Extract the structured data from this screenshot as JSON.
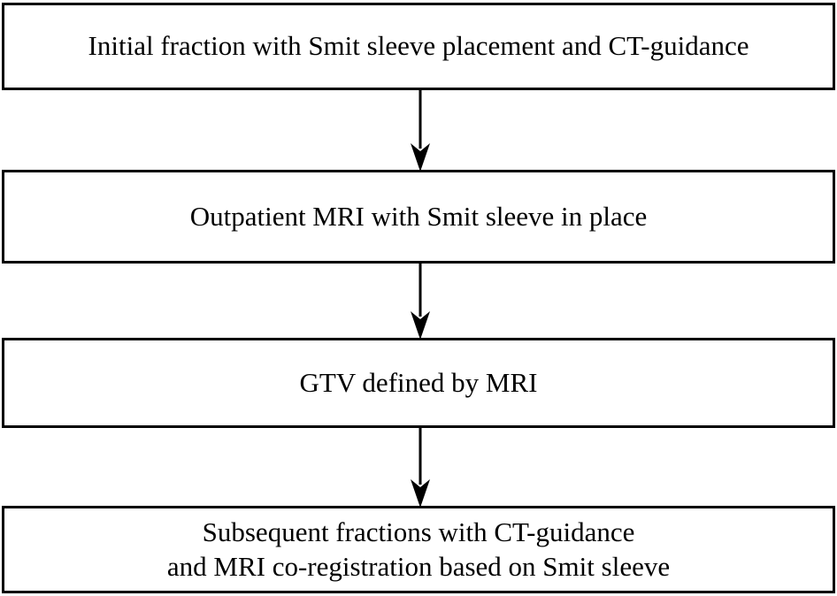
{
  "figure": {
    "type": "flowchart",
    "orientation": "vertical",
    "background_color": "#ffffff",
    "line_color": "#000000",
    "text_color": "#000000"
  },
  "nodes": [
    {
      "id": "node-initial-fraction",
      "label": "Initial fraction with Smit sleeve placement and CT-guidance",
      "order": 1
    },
    {
      "id": "node-outpatient-mri",
      "label": "Outpatient MRI with Smit sleeve in place",
      "order": 2
    },
    {
      "id": "node-gtv-defined",
      "label": "GTV defined by MRI",
      "order": 3
    },
    {
      "id": "node-subsequent-fractions",
      "label": "Subsequent fractions with CT-guidance\nand MRI co-registration based on Smit sleeve",
      "order": 4
    }
  ],
  "connectors": [
    {
      "id": "arrow-1",
      "from": "node-initial-fraction",
      "to": "node-outpatient-mri",
      "style": "solid-down-arrow"
    },
    {
      "id": "arrow-2",
      "from": "node-outpatient-mri",
      "to": "node-gtv-defined",
      "style": "solid-down-arrow"
    },
    {
      "id": "arrow-3",
      "from": "node-gtv-defined",
      "to": "node-subsequent-fractions",
      "style": "solid-down-arrow"
    }
  ]
}
